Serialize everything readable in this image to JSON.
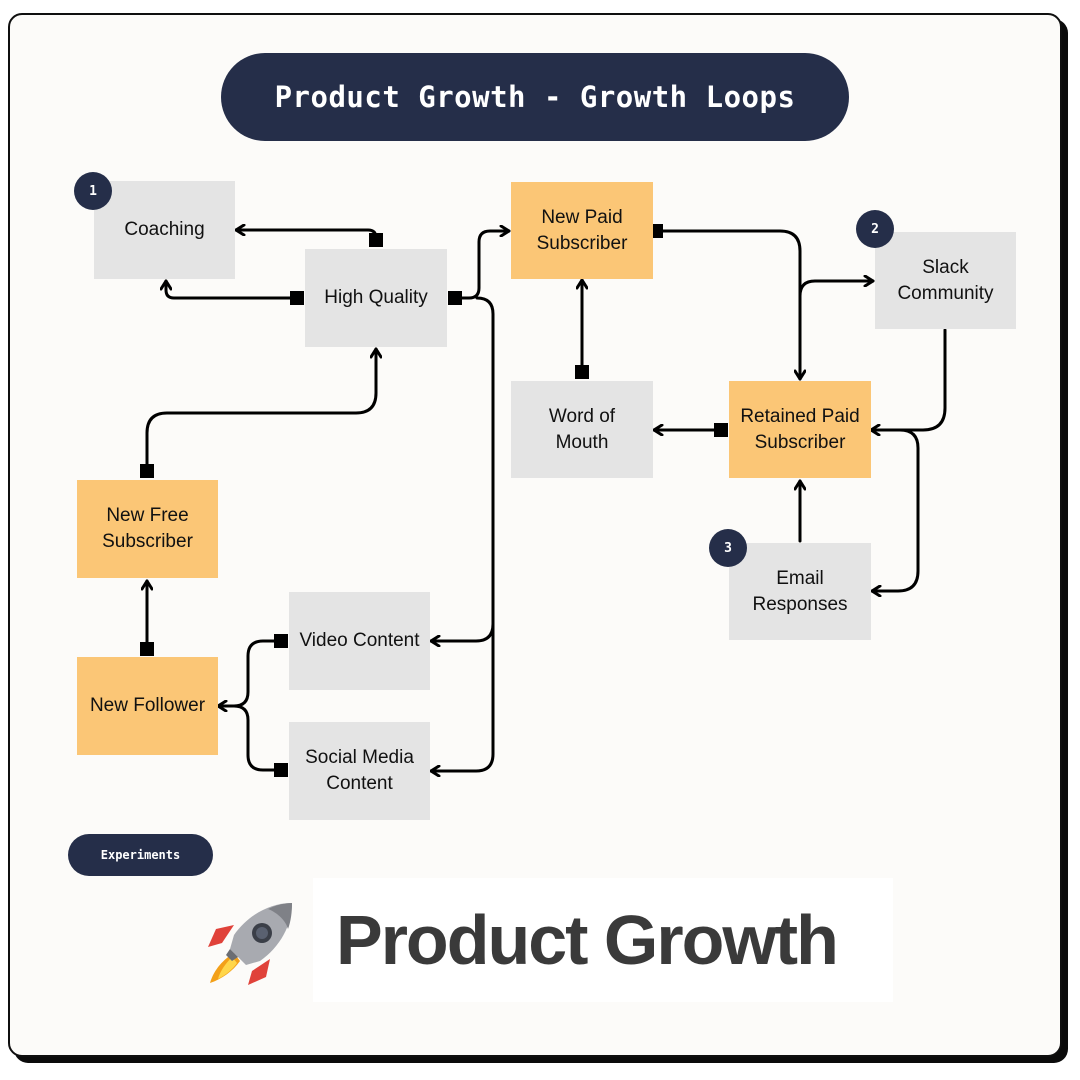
{
  "title": "Product Growth - Growth Loops",
  "nodes": {
    "coaching": "Coaching",
    "high_quality": "High Quality",
    "new_paid_subscriber": "New Paid\nSubscriber",
    "slack_community": "Slack\nCommunity",
    "word_of_mouth": "Word of\nMouth",
    "retained_paid_subscriber": "Retained Paid\nSubscriber",
    "new_free_subscriber": "New Free\nSubscriber",
    "email_responses": "Email\nResponses",
    "video_content": "Video Content",
    "new_follower": "New Follower",
    "social_media_content": "Social Media\nContent"
  },
  "badges": {
    "one": "1",
    "two": "2",
    "three": "3"
  },
  "experiments_label": "Experiments",
  "logo": {
    "text": "Product Growth",
    "icon": "rocket-icon"
  },
  "colors": {
    "navy": "#252e49",
    "orange_node": "#fbc676",
    "gray_node": "#e4e4e4",
    "background": "#fcfbf9"
  }
}
